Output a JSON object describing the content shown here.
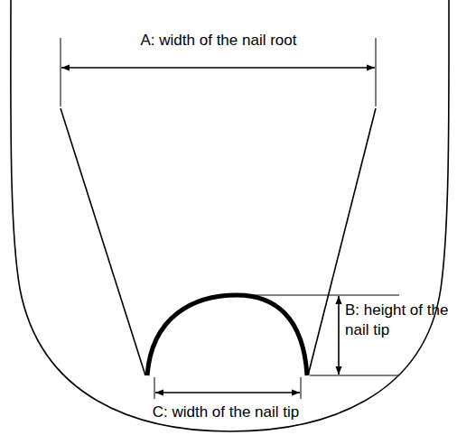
{
  "diagram": {
    "labels": [
      "A: width of the nail root",
      "B: height of the nail tip",
      "C: width of the nail tip"
    ]
  }
}
